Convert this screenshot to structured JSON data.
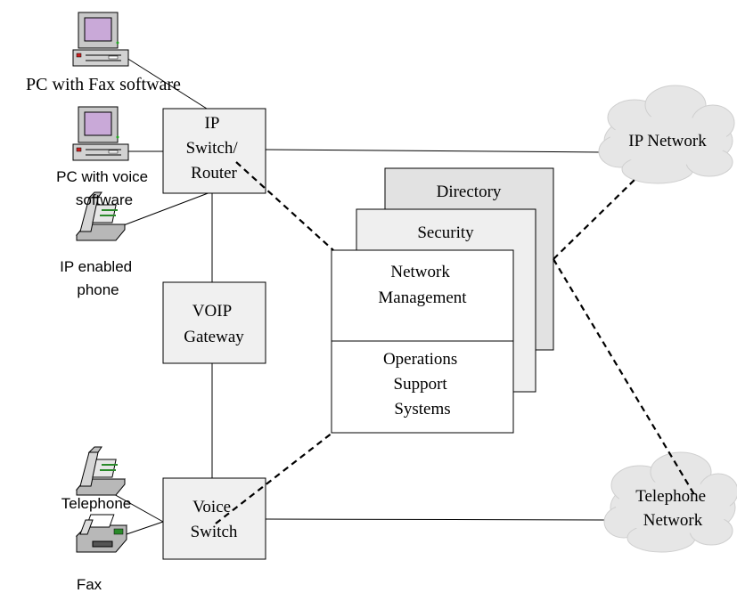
{
  "devices": {
    "pc_fax": "PC with Fax software",
    "pc_voice": [
      "PC with voice",
      "software"
    ],
    "ip_phone": [
      "IP enabled",
      "phone"
    ],
    "telephone": "Telephone",
    "fax": "Fax"
  },
  "boxes": {
    "ip_switch": [
      "IP",
      "Switch/",
      "Router"
    ],
    "voip_gateway": [
      "VOIP",
      "Gateway"
    ],
    "voice_switch": [
      "Voice",
      "Switch"
    ]
  },
  "stack": {
    "directory": "Directory",
    "security": "Security",
    "network_management": [
      "Network",
      "Management"
    ],
    "oss": [
      "Operations",
      "Support",
      "Systems"
    ]
  },
  "clouds": {
    "ip_network": "IP Network",
    "telephone_network": [
      "Telephone",
      "Network"
    ]
  },
  "colors": {
    "box_fill": "#f0f0f0",
    "directory_fill": "#e2e2e2",
    "security_fill": "#efefef",
    "cloud_fill": "#e6e6e6",
    "pc_screen": "#c9a9d8"
  }
}
